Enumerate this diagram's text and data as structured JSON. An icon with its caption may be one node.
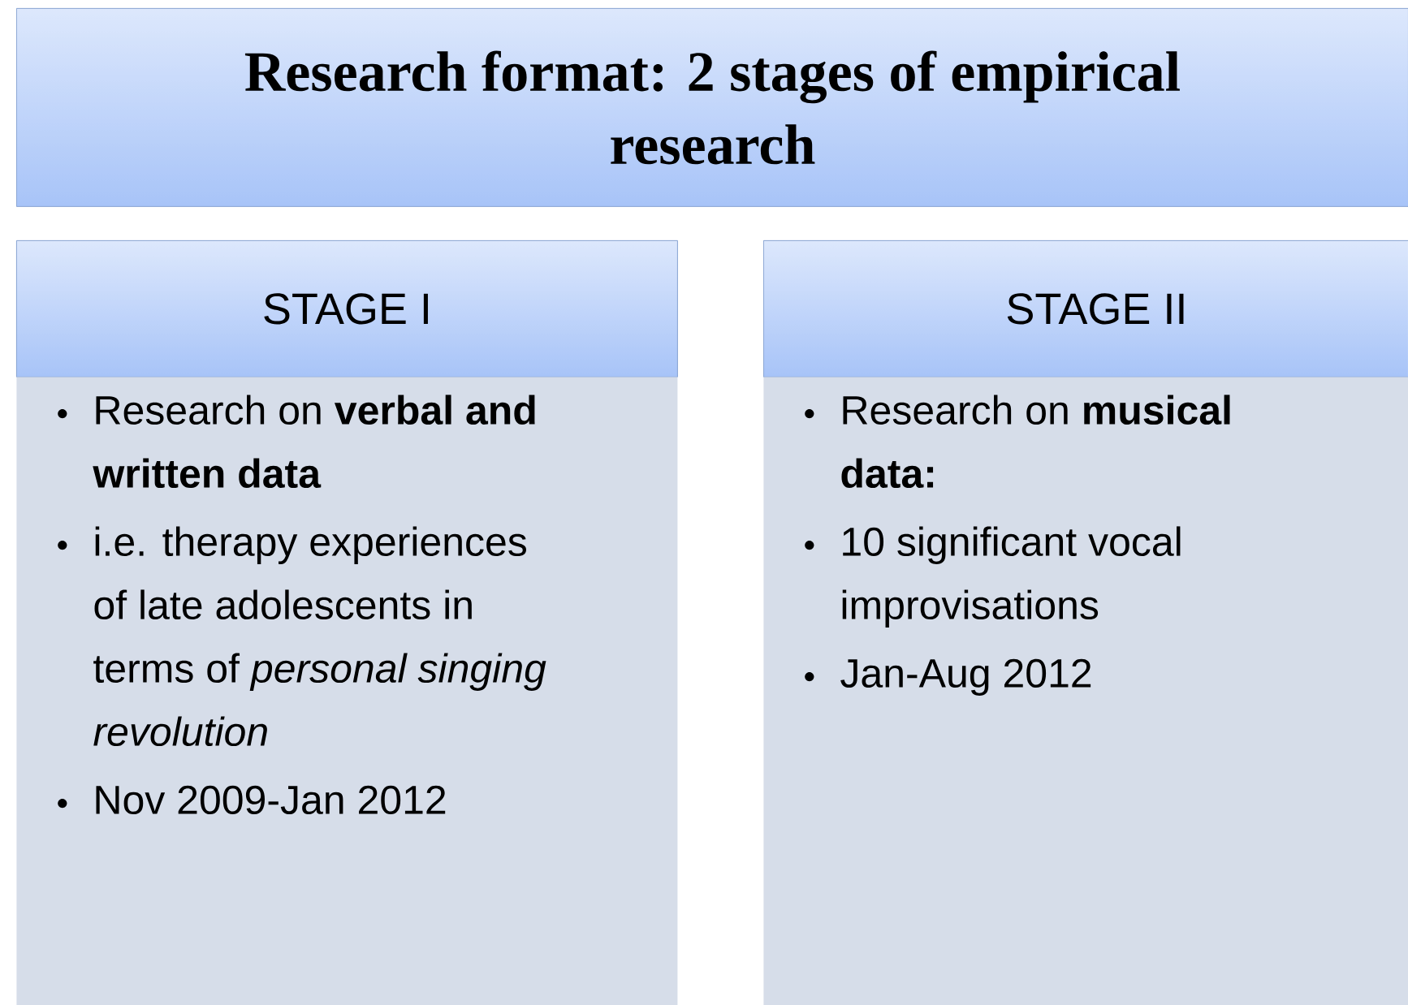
{
  "diagram": {
    "nodes": [
      {
        "text": [
          "Research format: 2 stages of empirical research"
        ]
      },
      {
        "text": [
          "STAGE I"
        ]
      },
      {
        "text": [
          "Research on **verbal and written data**",
          "i.e. therapy experiences of late adolescents in terms of *personal singing revolution*",
          "Nov 2009-Jan 2012"
        ]
      },
      {
        "text": [
          "STAGE II"
        ]
      },
      {
        "text": [
          "Research on **musical data:**",
          "10 significant vocal improvisations",
          "Jan-Aug 2012"
        ]
      }
    ]
  }
}
